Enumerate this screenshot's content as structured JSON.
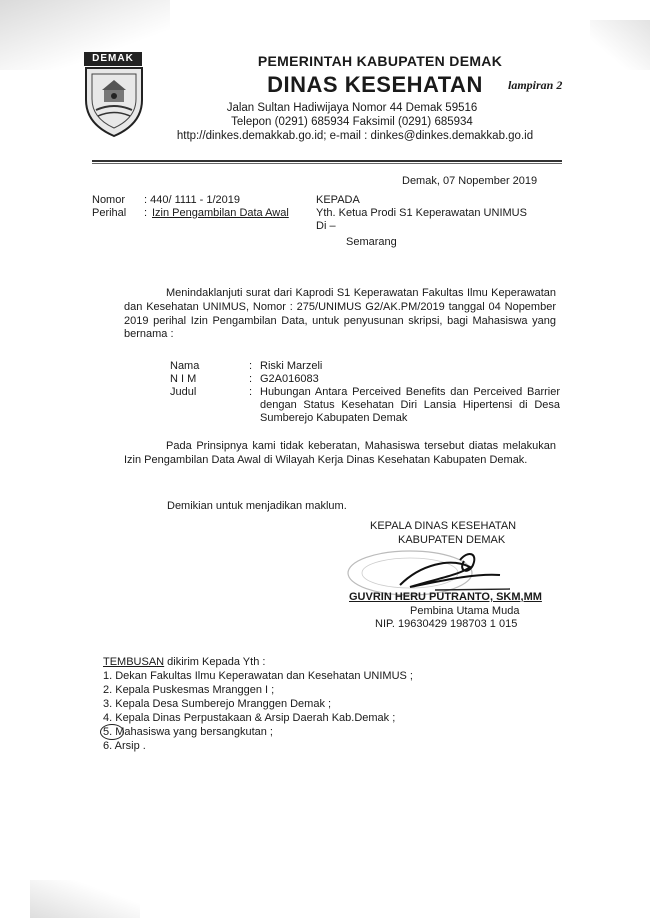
{
  "letterhead": {
    "logo_text": "DEMAK",
    "government": "PEMERINTAH KABUPATEN DEMAK",
    "agency": "DINAS KESEHATAN",
    "annotation": "lampiran 2",
    "address": "Jalan Sultan Hadiwijaya Nomor 44 Demak 59516",
    "phone": "Telepon (0291) 685934 Faksimil (0291) 685934",
    "web_email": "http://dinkes.demakkab.go.id; e-mail : dinkes@dinkes.demakkab.go.id"
  },
  "date_line": "Demak, 07 Nopember 2019",
  "meta": {
    "nomor_label": "Nomor",
    "nomor_value": ": 440/ 1111 - 1/2019",
    "perihal_label": "Perihal",
    "perihal_prefix": ":",
    "perihal_value": "Izin Pengambilan Data Awal"
  },
  "recipient": {
    "kepada": "KEPADA",
    "line1": "Yth. Ketua Prodi S1 Keperawatan UNIMUS",
    "line2": "Di –",
    "city": "Semarang"
  },
  "body": {
    "para1": "Menindaklanjuti surat dari Kaprodi S1 Keperawatan Fakultas Ilmu Keperawatan dan Kesehatan UNIMUS, Nomor : 275/UNIMUS G2/AK.PM/2019 tanggal 04 Nopember 2019 perihal Izin Pengambilan Data, untuk penyusunan skripsi, bagi Mahasiswa yang bernama :",
    "student": {
      "nama_label": "Nama",
      "nama_value": "Riski Marzeli",
      "nim_label": "N I M",
      "nim_value": "G2A016083",
      "judul_label": "Judul",
      "judul_value": "Hubungan Antara Perceived Benefits dan Perceived Barrier dengan Status Kesehatan Diri Lansia Hipertensi di Desa Sumberejo Kabupaten Demak"
    },
    "para2": "Pada Prinsipnya kami tidak keberatan, Mahasiswa tersebut diatas melakukan Izin Pengambilan Data Awal di Wilayah Kerja Dinas Kesehatan Kabupaten Demak.",
    "closing": "Demikian untuk menjadikan maklum."
  },
  "signature": {
    "title1": "KEPALA DINAS KESEHATAN",
    "title2": "KABUPATEN DEMAK",
    "name": "GUVRIN HERU PUTRANTO, SKM,MM",
    "rank": "Pembina Utama Muda",
    "nip": "NIP. 19630429 198703 1 015"
  },
  "tembusan": {
    "heading": "TEMBUSAN",
    "heading_rest": " dikirim Kepada Yth :",
    "items": [
      "1. Dekan Fakultas Ilmu Keperawatan dan Kesehatan UNIMUS ;",
      "2. Kepala Puskesmas Mranggen I ;",
      "3. Kepala Desa Sumberejo Mranggen Demak ;",
      "4. Kepala Dinas Perpustakaan & Arsip Daerah Kab.Demak ;",
      "5. Mahasiswa yang bersangkutan ;",
      "6. Arsip ."
    ]
  }
}
